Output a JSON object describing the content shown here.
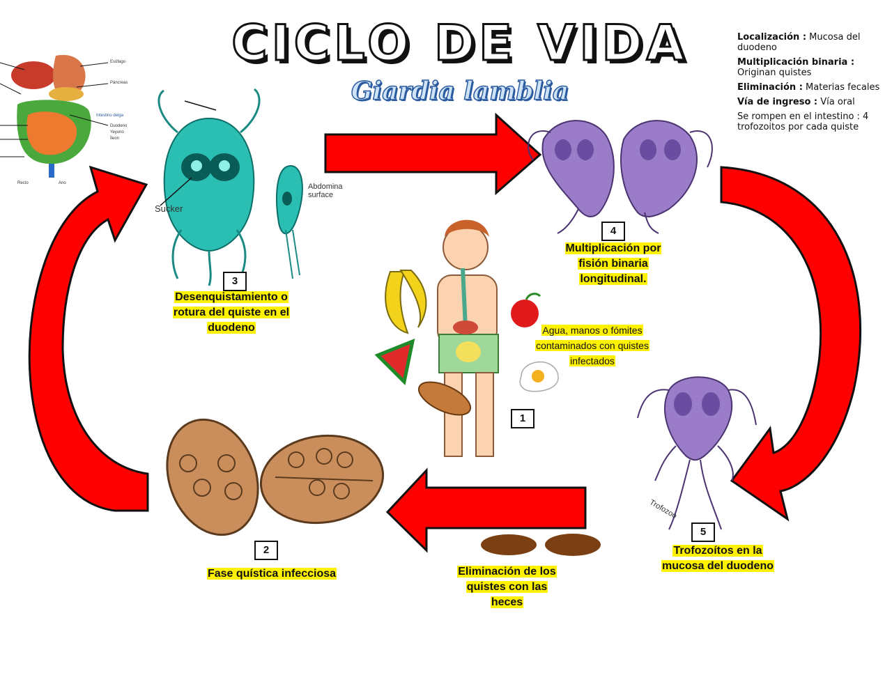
{
  "header": {
    "title": "CICLO DE VIDA",
    "subtitle": "Giardia lamblia"
  },
  "info": [
    {
      "label": "Localización :",
      "value": "Mucosa del duodeno"
    },
    {
      "label": "Multiplicación binaria :",
      "value": "Originan quistes"
    },
    {
      "label": "Eliminación :",
      "value": "Materias fecales"
    },
    {
      "label": "Vía de ingreso :",
      "value": "Vía oral"
    },
    {
      "label": "",
      "value": "Se rompen en el intestino : 4 trofozoitos por cada quiste"
    }
  ],
  "stages": {
    "s1": {
      "number": "1",
      "caption_l1": "Agua, manos o fómites",
      "caption_l2": "contaminados con quistes",
      "caption_l3": "infectados"
    },
    "s2": {
      "number": "2",
      "caption_l1": "Fase quística infecciosa"
    },
    "s3": {
      "number": "3",
      "caption_l1": "Desenquistamiento o",
      "caption_l2": "rotura del quiste en el",
      "caption_l3": "duodeno"
    },
    "s4": {
      "number": "4",
      "caption_l1": "Multiplicación por",
      "caption_l2": "fisión binaria",
      "caption_l3": "longitudinal."
    },
    "s5": {
      "number": "5",
      "caption_l1": "Trofozoítos en la",
      "caption_l2": "mucosa del duodeno"
    },
    "elim": {
      "caption_l1": "Eliminación de los",
      "caption_l2": "quistes con las",
      "caption_l3": "heces"
    }
  },
  "image_labels": {
    "sucker": "Sucker",
    "abdominal_l1": "Abdomina",
    "abdominal_l2": "surface",
    "trofozoo": "Trofozoo",
    "organs": [
      "Esófago",
      "Páncreas",
      "Intestino delga",
      "Duodeno",
      "Yeyuno",
      "Íleon",
      "Recto",
      "Ano"
    ]
  },
  "colors": {
    "arrow": "#ff0000",
    "highlight": "#fff200",
    "parasite_teal": "#2bbfb3",
    "trophozoite_purple": "#9b7cc8",
    "cyst_brown": "#c98e5b"
  }
}
